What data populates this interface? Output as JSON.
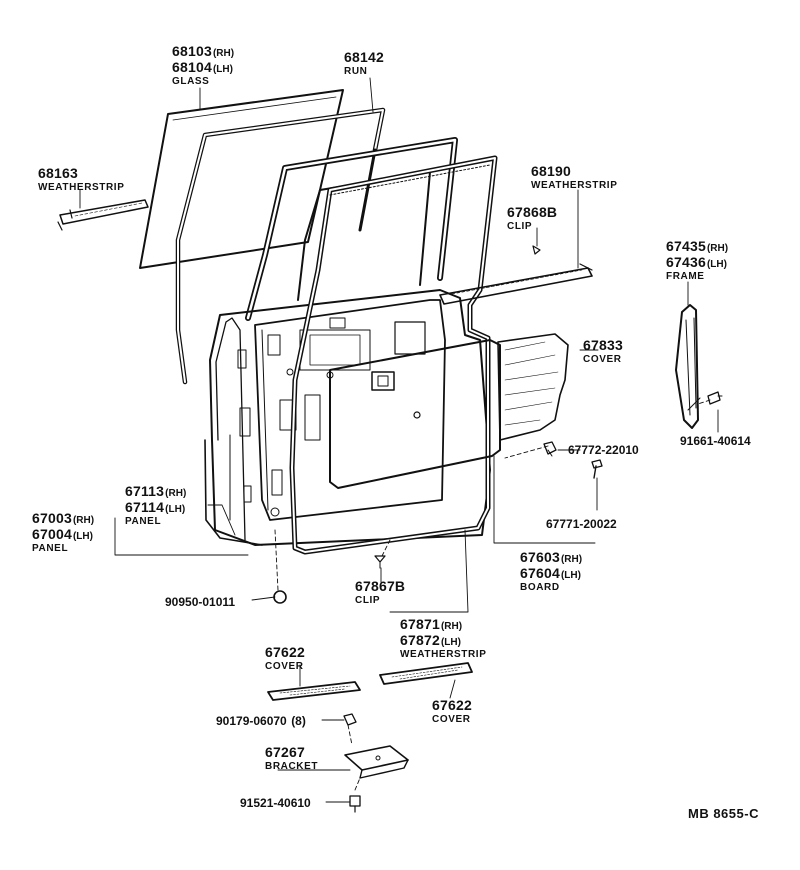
{
  "parts": {
    "glass": {
      "no_rh": "68103",
      "sfx_rh": "(RH)",
      "no_lh": "68104",
      "sfx_lh": "(LH)",
      "name": "GLASS"
    },
    "run": {
      "no": "68142",
      "name": "RUN"
    },
    "weatherstrip_68163": {
      "no": "68163",
      "name": "WEATHERSTRIP"
    },
    "weatherstrip_68190": {
      "no": "68190",
      "name": "WEATHERSTRIP"
    },
    "clip_67868b": {
      "no": "67868B",
      "name": "CLIP"
    },
    "frame": {
      "no_rh": "67435",
      "sfx_rh": "(RH)",
      "no_lh": "67436",
      "sfx_lh": "(LH)",
      "name": "FRAME"
    },
    "cover_67833": {
      "no": "67833",
      "name": "COVER"
    },
    "screw_67772": {
      "no": "67772-22010"
    },
    "screw_91661": {
      "no": "91661-40614"
    },
    "clip_67771": {
      "no": "67771-20022"
    },
    "panel_67113": {
      "no_rh": "67113",
      "sfx_rh": "(RH)",
      "no_lh": "67114",
      "sfx_lh": "(LH)",
      "name": "PANEL"
    },
    "panel_67003": {
      "no_rh": "67003",
      "sfx_rh": "(RH)",
      "no_lh": "67004",
      "sfx_lh": "(LH)",
      "name": "PANEL"
    },
    "board": {
      "no_rh": "67603",
      "sfx_rh": "(RH)",
      "no_lh": "67604",
      "sfx_lh": "(LH)",
      "name": "BOARD"
    },
    "clip_67867b": {
      "no": "67867B",
      "name": "CLIP"
    },
    "plug_90950": {
      "no": "90950-01011"
    },
    "weatherstrip_67871": {
      "no_rh": "67871",
      "sfx_rh": "(RH)",
      "no_lh": "67872",
      "sfx_lh": "(LH)",
      "name": "WEATHERSTRIP"
    },
    "cover_67622_left": {
      "no": "67622",
      "name": "COVER"
    },
    "cover_67622_right": {
      "no": "67622",
      "name": "COVER"
    },
    "nut_90179": {
      "no": "90179-06070",
      "qty": "(8)"
    },
    "bracket": {
      "no": "67267",
      "name": "BRACKET"
    },
    "bolt_91521": {
      "no": "91521-40610"
    }
  },
  "drawing_code": "MB  8655-C"
}
